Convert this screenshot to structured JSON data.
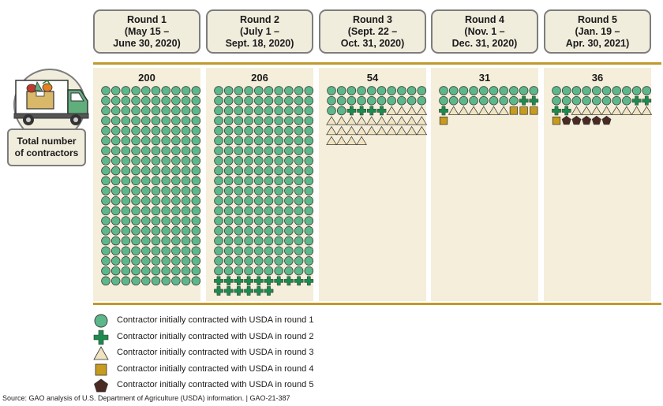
{
  "figure_icon": "delivery-truck-with-food-box-icon",
  "total_label_line1": "Total number",
  "total_label_line2": "of contractors",
  "rounds": [
    {
      "title": "Round 1",
      "period_line1": "(May 15 –",
      "period_line2": "June 30, 2020)",
      "total": "200"
    },
    {
      "title": "Round 2",
      "period_line1": "(July 1 –",
      "period_line2": "Sept. 18, 2020)",
      "total": "206"
    },
    {
      "title": "Round 3",
      "period_line1": "(Sept. 22 –",
      "period_line2": "Oct. 31, 2020)",
      "total": "54"
    },
    {
      "title": "Round 4",
      "period_line1": "(Nov. 1 –",
      "period_line2": "Dec. 31, 2020)",
      "total": "31"
    },
    {
      "title": "Round 5",
      "period_line1": "(Jan. 19 –",
      "period_line2": "Apr. 30, 2021)",
      "total": "36"
    }
  ],
  "legend": [
    {
      "shape": "circle",
      "label": "Contractor initially contracted with USDA in round 1"
    },
    {
      "shape": "cross",
      "label": "Contractor initially contracted with USDA in round 2"
    },
    {
      "shape": "triangle",
      "label": "Contractor initially contracted with USDA in round 3"
    },
    {
      "shape": "square",
      "label": "Contractor initially contracted with USDA in round 4"
    },
    {
      "shape": "pentagon",
      "label": "Contractor initially contracted with USDA in round 5"
    }
  ],
  "colors": {
    "round1": "#5cb88a",
    "round2": "#1d8a4e",
    "round3": "#f0e3bf",
    "round4": "#c69b1e",
    "round5": "#4a2a22",
    "panel": "#f4eedb",
    "accent_line": "#c19a2c"
  },
  "source": "Source: GAO analysis of U.S. Department of Agriculture (USDA) information.  |  GAO-21-387",
  "chart_data": {
    "type": "pictograph",
    "categories": [
      "Round 1",
      "Round 2",
      "Round 3",
      "Round 4",
      "Round 5"
    ],
    "series": [
      {
        "name": "Contractor initially contracted with USDA in round 1",
        "values": [
          200,
          190,
          22,
          18,
          18
        ]
      },
      {
        "name": "Contractor initially contracted with USDA in round 2",
        "values": [
          0,
          16,
          4,
          3,
          4
        ]
      },
      {
        "name": "Contractor initially contracted with USDA in round 3",
        "values": [
          0,
          0,
          28,
          6,
          8
        ]
      },
      {
        "name": "Contractor initially contracted with USDA in round 4",
        "values": [
          0,
          0,
          0,
          4,
          1
        ]
      },
      {
        "name": "Contractor initially contracted with USDA in round 5",
        "values": [
          0,
          0,
          0,
          0,
          5
        ]
      }
    ],
    "totals": [
      200,
      206,
      54,
      31,
      36
    ]
  }
}
